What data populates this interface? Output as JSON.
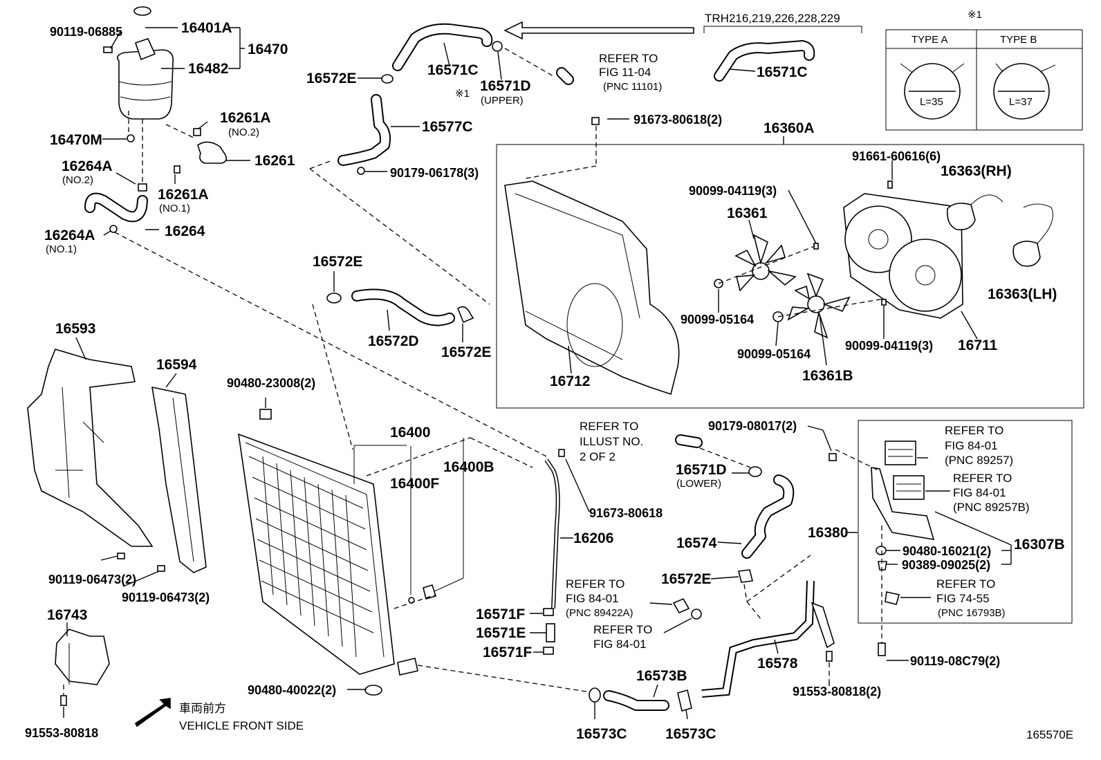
{
  "labels": {
    "p16401A": "16401A",
    "p90119_06885": "90119-06885",
    "p16470": "16470",
    "p16482": "16482",
    "p16261A_1": "16261A",
    "no2_a": "(NO.2)",
    "p16470M": "16470M",
    "p16261": "16261",
    "p16264A_1": "16264A",
    "no2_b": "(NO.2)",
    "p16261A_2": "16261A",
    "no1_a": "(NO.1)",
    "p16264": "16264",
    "p16264A_2": "16264A",
    "no1_b": "(NO.1)",
    "p16572E_1": "16572E",
    "p16571C_1": "16571C",
    "p16571D_1": "16571D",
    "mark1": "※1",
    "upper": "(UPPER)",
    "p16577C": "16577C",
    "p90179_06178": "90179-06178(3)",
    "p16572E_2": "16572E",
    "p16572D": "16572D",
    "p16572E_3": "16572E",
    "trh": "TRH216,219,226,228,229",
    "p16571C_2": "16571C",
    "mark1_top": "※1",
    "typeA": "TYPE A",
    "typeB": "TYPE B",
    "L35": "L=35",
    "L37": "L=37",
    "p91673_80618_2": "91673-80618(2)",
    "p16360A": "16360A",
    "p91661": "91661-60616(6)",
    "p16363RH": "16363(RH)",
    "p90099_04119a": "90099-04119(3)",
    "p16361": "16361",
    "p16363LH": "16363(LH)",
    "p90099_05164a": "90099-05164",
    "p90099_05164b": "90099-05164",
    "p90099_04119b": "90099-04119(3)",
    "p16711": "16711",
    "p16712": "16712",
    "p16361B": "16361B",
    "p16593": "16593",
    "p16594": "16594",
    "p90480_23008": "90480-23008(2)",
    "p16400": "16400",
    "p16400B": "16400B",
    "p16400F": "16400F",
    "p90119_06473a": "90119-06473(2)",
    "p90119_06473b": "90119-06473(2)",
    "p16743": "16743",
    "p91553_80818a": "91553-80818",
    "front_jp": "車両前方",
    "front_en": "VEHICLE FRONT SIDE",
    "p90480_40022": "90480-40022(2)",
    "p91673_80618": "91673-80618",
    "p16206": "16206",
    "p16571F_1": "16571F",
    "p16571E": "16571E",
    "p16571F_2": "16571F",
    "p16571D_2": "16571D",
    "lower": "(LOWER)",
    "p90179_08017": "90179-08017(2)",
    "p16574": "16574",
    "p16572E_4": "16572E",
    "p16578": "16578",
    "p16573B": "16573B",
    "p16573C_1": "16573C",
    "p16573C_2": "16573C",
    "p91553_80818b": "91553-80818(2)",
    "p16380": "16380",
    "p90480_16021": "90480-16021(2)",
    "p90389_09025": "90389-09025(2)",
    "p16307B": "16307B",
    "p90119_08C79": "90119-08C79(2)",
    "diagram_id": "165570E"
  },
  "refs": {
    "fig1104": [
      "REFER TO",
      "FIG 11-04",
      "(PNC 11101)"
    ],
    "illust": [
      "REFER TO",
      "ILLUST NO.",
      "2 OF 2"
    ],
    "fig8401a": [
      "REFER TO",
      "FIG 84-01",
      "(PNC 89422A)"
    ],
    "fig8401b": [
      "REFER TO",
      "FIG 84-01"
    ],
    "fig8401c": [
      "REFER TO",
      "FIG 84-01",
      "(PNC 89257)"
    ],
    "fig8401d": [
      "REFER TO",
      "FIG 84-01",
      "(PNC 89257B)"
    ],
    "fig7455": [
      "REFER TO",
      "FIG 74-55",
      "(PNC 16793B)"
    ]
  }
}
